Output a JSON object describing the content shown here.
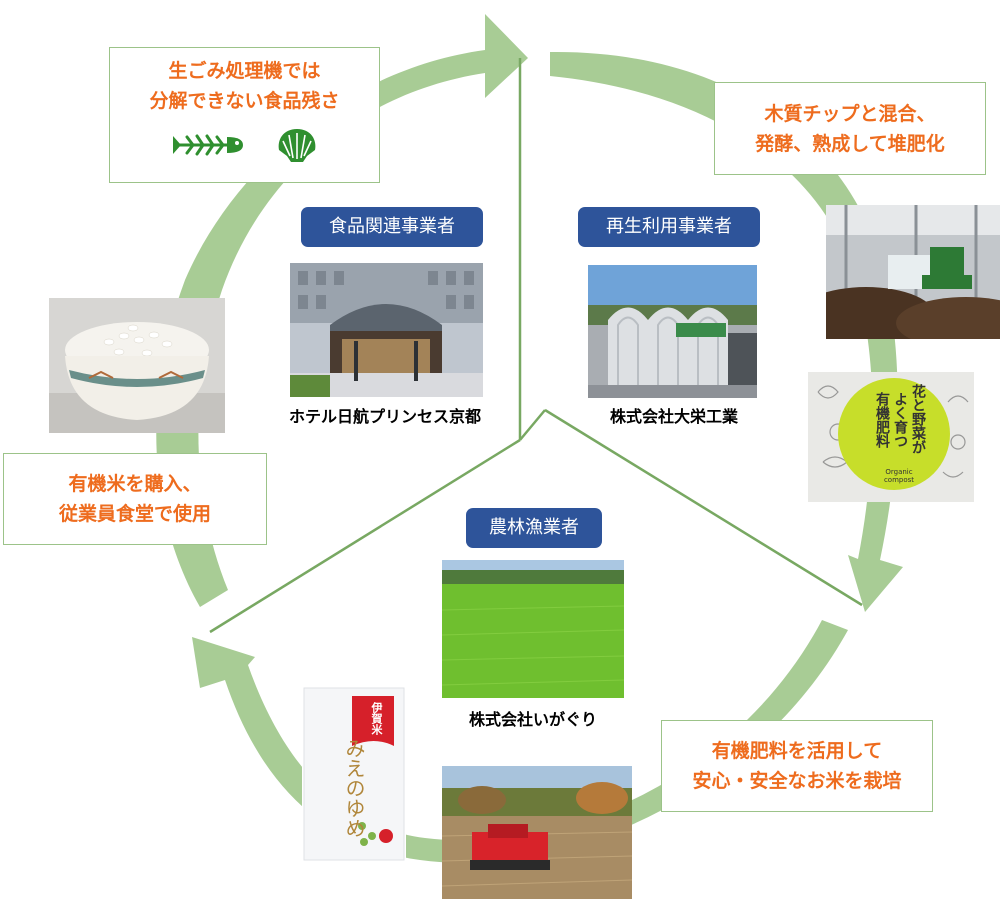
{
  "callouts": {
    "leftover": {
      "line1": "生ごみ処理機では",
      "line2": "分解できない食品残さ"
    },
    "compost": {
      "line1": "木質チップと混合、",
      "line2": "発酵、熟成して堆肥化"
    },
    "rice": {
      "line1": "有機肥料を活用して",
      "line2": "安心・安全なお米を栽培"
    },
    "purchase": {
      "line1": "有機米を購入、",
      "line2": "従業員食堂で使用"
    }
  },
  "roles": {
    "food": "食品関連事業者",
    "recycle": "再生利用事業者",
    "farm": "農林漁業者"
  },
  "companies": {
    "hotel": "ホテル日航プリンセス京都",
    "taiei": "株式会社大栄工業",
    "igaguri": "株式会社いがぐり"
  },
  "packages": {
    "fertilizer_line1": "花と野菜が",
    "fertilizer_line2": "よく育つ",
    "fertilizer_line3": "有機肥料",
    "fertilizer_sub": "Organic compost",
    "rice_brand": "みえのゆめ",
    "rice_origin": "伊賀米"
  },
  "colors": {
    "cycle_arrow": "#a8cc95",
    "divider": "#78a862",
    "callout_text": "#ee6c1e",
    "role_badge": "#2e549a",
    "icon_green": "#2f8f2f"
  }
}
